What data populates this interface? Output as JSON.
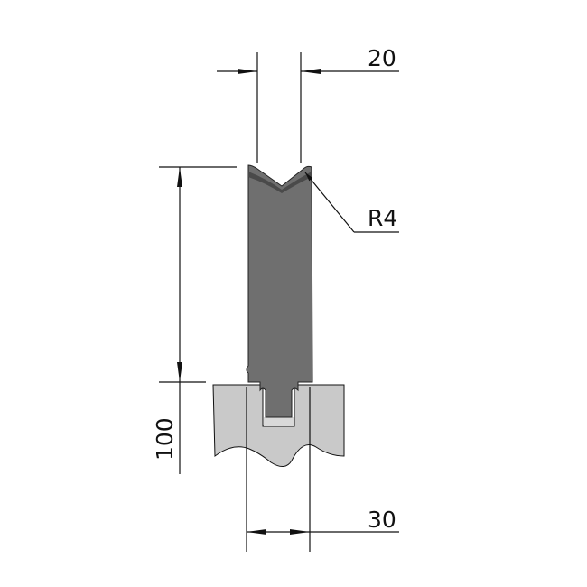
{
  "labels": {
    "width_top": "20",
    "radius": "R4",
    "height": "100",
    "width_bottom": "30"
  },
  "colors": {
    "die": "#6f6f6f",
    "holder": "#c9c9c9",
    "line": "#111111"
  }
}
